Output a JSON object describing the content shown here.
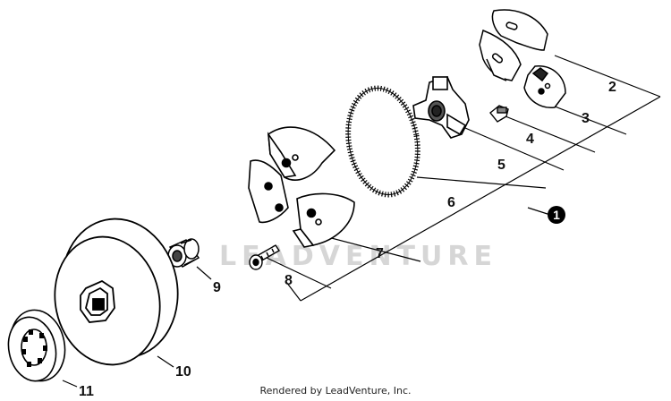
{
  "parts": {
    "p1": "1",
    "p2": "2",
    "p3": "3",
    "p4": "4",
    "p5": "5",
    "p6": "6",
    "p7": "7",
    "p8": "8",
    "p9": "9",
    "p10": "10",
    "p11": "11"
  },
  "watermark": "LEADVENTURE",
  "footer": "Rendered by LeadVenture, Inc.",
  "colors": {
    "line": "#000000",
    "watermark": "#d6d6d6",
    "background": "#ffffff"
  }
}
